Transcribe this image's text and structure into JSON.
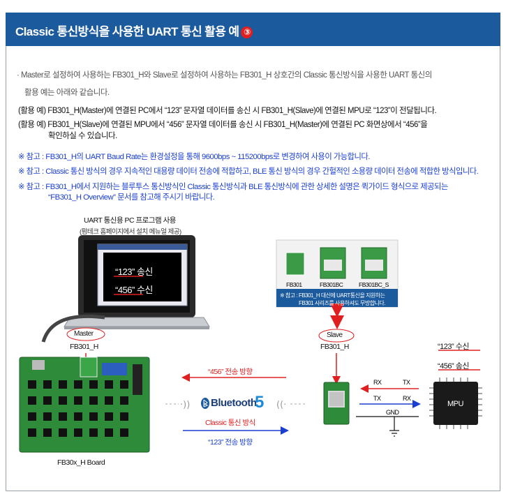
{
  "header": {
    "title": "Classic 통신방식을 사용한 UART 통신 활용 예",
    "step_number": "③"
  },
  "intro": {
    "line1": "· Master로 설정하여 사용하는 FB301_H와 Slave로 설정하여 사용하는 FB301_H 상호간의 Classic 통신방식을 사용한 UART 통신의",
    "line2": "활용 예는 아래와 같습니다."
  },
  "examples": {
    "ex1": "(활용 예) FB301_H(Master)에 연결된 PC에서 “123” 문자열 데이터를 송신 시 FB301_H(Slave)에 연결된 MPU로 “123”이 전달됩니다.",
    "ex2_line1": "(활용 예) FB301_H(Slave)에 연결된 MPU에서 “456” 문자열 데이터를 송신 시 FB301_H(Master)에 연결된 PC 화면상에서 “456”을",
    "ex2_line2": "확인하실 수 있습니다."
  },
  "notes": {
    "n1": "※ 참고 : FB301_H의 UART Baud Rate는 환경설정을 통해 9600bps ~ 115200bps로 변경하여 사용이 가능합니다.",
    "n2": "※ 참고 : Classic 통신 방식의 경우 지속적인 대용량 데이터 전송에 적합하고, BLE 통신 방식의 경우 간헐적인 소용량 데이터 전송에 적합한 방식입니다.",
    "n3_line1": "※ 참고 : FB301_H에서 지원하는 블루투스 통신방식인 Classic 통신방식과 BLE 통신방식에 관한 상세한 설명은 퀵가이드 형식으로 제공되는",
    "n3_line2": "“FB301_H Overview” 문서를 참고해 주시기 바랍니다."
  },
  "pc": {
    "caption1": "UART 통신용 PC 프로그램 사용",
    "caption2": "(펌테크 홈페이지에서 설치 메뉴얼 제공)",
    "screen_line1": "“123” 송신",
    "screen_line2": "“456” 수신"
  },
  "modules": {
    "names": [
      "FB301",
      "FB301BC",
      "FB301BC_S"
    ],
    "note_line1": "※ 참고 : FB301_H 대신에 UART통신을 지원하는",
    "note_line2": "FB301 시리즈를 사용하셔도 무방합니다."
  },
  "master": {
    "tag": "Master",
    "name": "FB301_H",
    "board": "FB30x_H Board"
  },
  "slave": {
    "tag": "Slave",
    "name": "FB301_H"
  },
  "link": {
    "rx_direction": "“456” 전송 방향",
    "tx_direction": "“123” 전송 방향",
    "bluetooth_word": "Bluetooth",
    "bluetooth_version": "5",
    "mode": "Classic 통신 방식"
  },
  "mpu": {
    "label": "MPU",
    "received": "“123” 수신",
    "sent": "“456” 송신",
    "pins": {
      "rx_left": "RX",
      "tx_right": "TX",
      "tx_left": "TX",
      "rx_right": "RX",
      "gnd": "GND"
    }
  },
  "colors": {
    "header": "#1c5a9e",
    "accent_red": "#e02020",
    "note_blue": "#1a3fd0",
    "board_green": "#2e8b3a"
  }
}
